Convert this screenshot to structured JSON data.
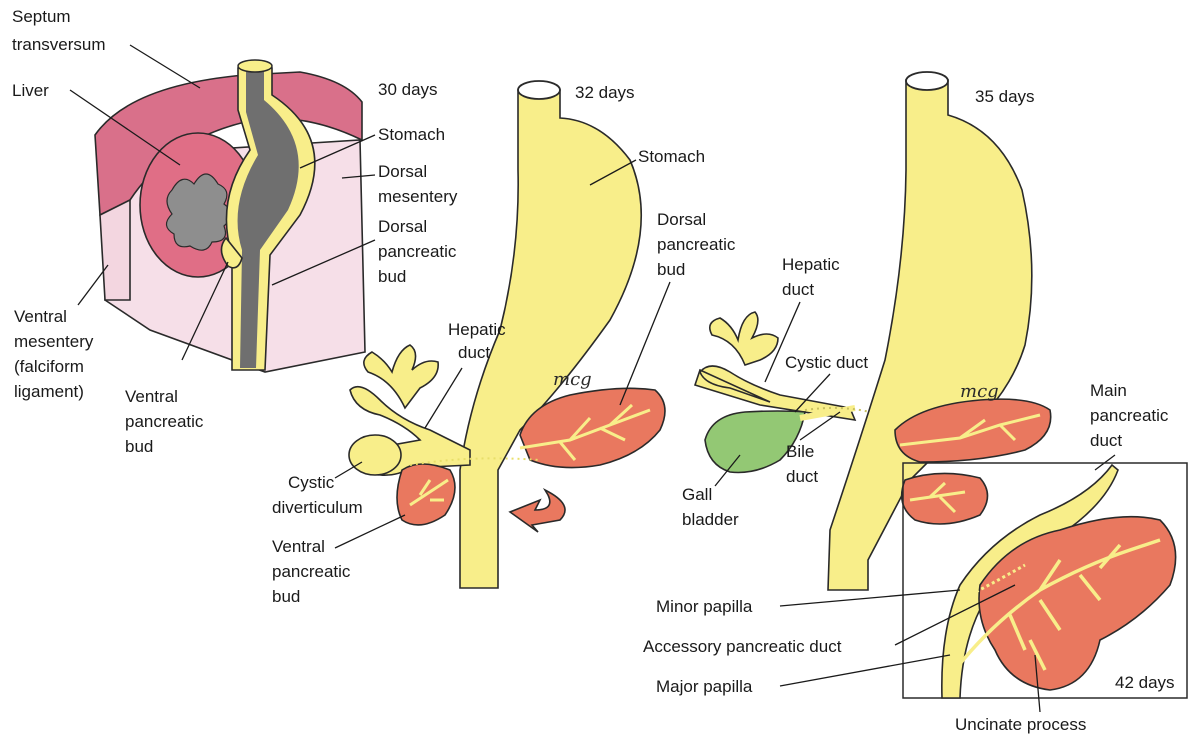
{
  "colors": {
    "gut": "#f8ee8a",
    "liver_pink": "#e06e86",
    "septum": "#d9708a",
    "mesentery": "#f6dfe8",
    "pancreas": "#e9785f",
    "gallbladder": "#93c874",
    "lumen": "#8a8a8a",
    "outline": "#2a2a2a"
  },
  "stages": {
    "day30": "30 days",
    "day32": "32 days",
    "day35": "35 days",
    "day42": "42 days"
  },
  "labels": {
    "septum_1": "Septum",
    "septum_2": "transversum",
    "liver": "Liver",
    "stomach_30": "Stomach",
    "dorsal_mesentery_1": "Dorsal",
    "dorsal_mesentery_2": "mesentery",
    "dorsal_bud_30_1": "Dorsal",
    "dorsal_bud_30_2": "pancreatic",
    "dorsal_bud_30_3": "bud",
    "ventral_mesentery_1": "Ventral",
    "ventral_mesentery_2": "mesentery",
    "ventral_mesentery_3": "(falciform",
    "ventral_mesentery_4": "ligament)",
    "ventral_bud_30_1": "Ventral",
    "ventral_bud_30_2": "pancreatic",
    "ventral_bud_30_3": "bud",
    "stomach_32": "Stomach",
    "dorsal_bud_32_1": "Dorsal",
    "dorsal_bud_32_2": "pancreatic",
    "dorsal_bud_32_3": "bud",
    "hepatic_32_1": "Hepatic",
    "hepatic_32_2": "duct",
    "cystic_div_1": "Cystic",
    "cystic_div_2": "diverticulum",
    "ventral_bud_32_1": "Ventral",
    "ventral_bud_32_2": "pancreatic",
    "ventral_bud_32_3": "bud",
    "hepatic_35_1": "Hepatic",
    "hepatic_35_2": "duct",
    "cystic_duct": "Cystic duct",
    "bile_duct_1": "Bile",
    "bile_duct_2": "duct",
    "gall_1": "Gall",
    "gall_2": "bladder",
    "main_duct_1": "Main",
    "main_duct_2": "pancreatic",
    "main_duct_3": "duct",
    "minor_papilla": "Minor papilla",
    "accessory_duct": "Accessory pancreatic duct",
    "major_papilla": "Major papilla",
    "uncinate": "Uncinate process",
    "signature_32": "mcg",
    "signature_35": "mcg"
  }
}
